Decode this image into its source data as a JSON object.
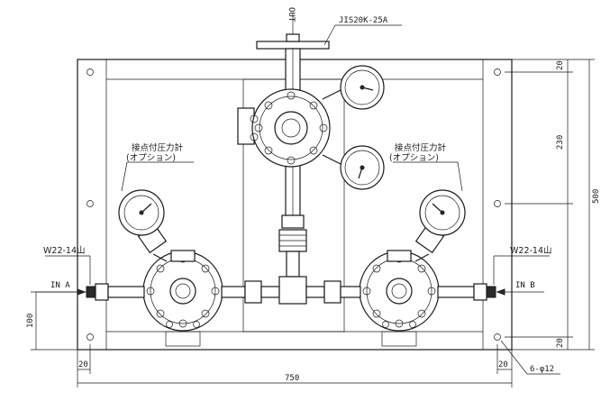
{
  "labels": {
    "out": "OUT",
    "flange_spec": "JIS20K-25A",
    "gauge_left_title": "接点付圧力計",
    "gauge_left_option": "(オプション)",
    "gauge_right_title": "接点付圧力計",
    "gauge_right_option": "(オプション)",
    "thread_left": "W22-14山",
    "thread_right": "W22-14山",
    "inlet_a": "IN A",
    "inlet_b": "IN B",
    "holes": "6-φ12"
  },
  "dimensions": {
    "width_total": "750",
    "height_total": "500",
    "hole_pitch": "230",
    "edge_top": "20",
    "edge_bottom": "20",
    "edge_left": "20",
    "edge_right": "20",
    "inlet_height": "100"
  }
}
